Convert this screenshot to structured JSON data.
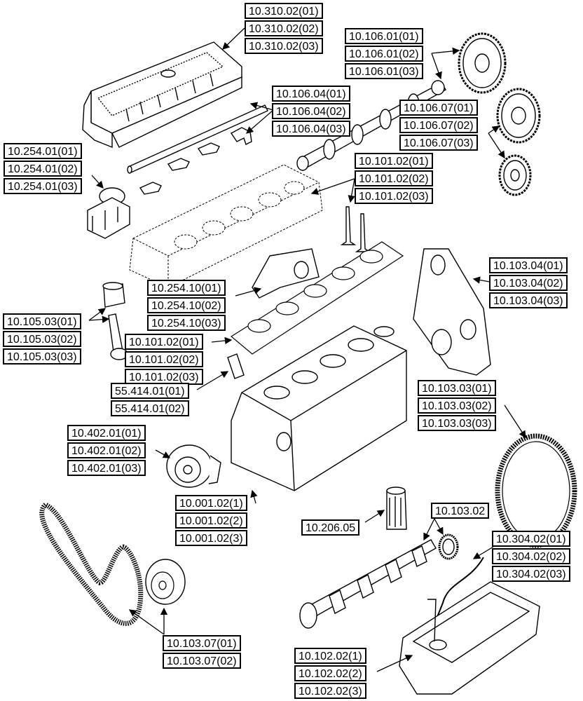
{
  "callouts": {
    "valve_cover": [
      "10.310.02(01)",
      "10.310.02(02)",
      "10.310.02(03)"
    ],
    "timing_gear": [
      "10.106.01(01)",
      "10.106.01(02)",
      "10.106.01(03)"
    ],
    "rocker_shaft": [
      "10.106.04(01)",
      "10.106.04(02)",
      "10.106.04(03)"
    ],
    "idler_gears": [
      "10.106.07(01)",
      "10.106.07(02)",
      "10.106.07(03)"
    ],
    "thermostat": [
      "10.254.01(01)",
      "10.254.01(02)",
      "10.254.01(03)"
    ],
    "cylinder_head": [
      "10.101.02(01)",
      "10.101.02(02)",
      "10.101.02(03)"
    ],
    "timing_cover": [
      "10.103.04(01)",
      "10.103.04(02)",
      "10.103.04(03)"
    ],
    "exhaust_elbow": [
      "10.254.10(01)",
      "10.254.10(02)",
      "10.254.10(03)"
    ],
    "piston_rod": [
      "10.105.03(01)",
      "10.105.03(02)",
      "10.105.03(03)"
    ],
    "head_gasket": [
      "10.101.02(01)",
      "10.101.02(02)",
      "10.101.02(03)"
    ],
    "sensor": [
      "55.414.01(01)",
      "55.414.01(02)"
    ],
    "flywheel": [
      "10.103.03(01)",
      "10.103.03(02)",
      "10.103.03(03)"
    ],
    "water_pump": [
      "10.402.01(01)",
      "10.402.01(02)",
      "10.402.01(03)"
    ],
    "engine_block": [
      "10.001.02(1)",
      "10.001.02(2)",
      "10.001.02(3)"
    ],
    "oil_filter": [
      "10.206.05"
    ],
    "crank_gear": [
      "10.103.02"
    ],
    "dipstick": [
      "10.304.02(01)",
      "10.304.02(02)",
      "10.304.02(03)"
    ],
    "pulley_belt": [
      "10.103.07(01)",
      "10.103.07(02)"
    ],
    "oil_pan": [
      "10.102.02(1)",
      "10.102.02(2)",
      "10.102.02(3)"
    ]
  }
}
